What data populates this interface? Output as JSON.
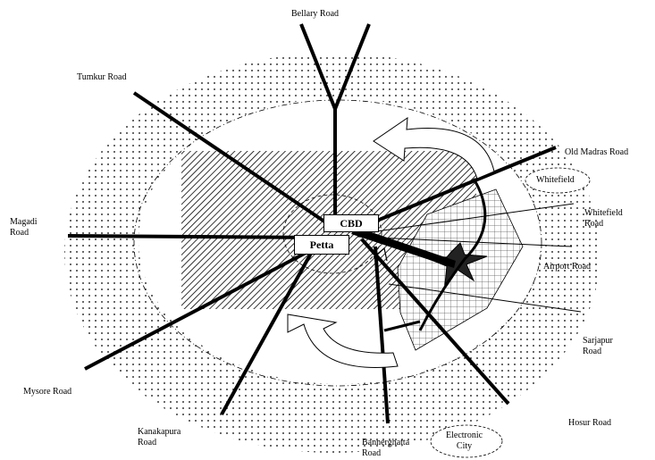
{
  "center_labels": {
    "cbd": "CBD",
    "petta": "Petta"
  },
  "roads": {
    "bellary": "Bellary Road",
    "tumkur": "Tumkur Road",
    "old_madras": "Old Madras Road",
    "magadi": "Magadi\nRoad",
    "whitefield_road": "Whitefield\nRoad",
    "airport": "Airport Road",
    "sarjapur": "Sarjapur\nRoad",
    "mysore": "Mysore Road",
    "hosur": "Hosur Road",
    "kanakapura": "Kanakapura\nRoad",
    "bannerghatta": "Bannerghatta\nRoad"
  },
  "areas": {
    "whitefield": "Whitefield",
    "electronic_city": "Electronic\nCity"
  },
  "colors": {
    "ink": "#000000",
    "background": "#ffffff"
  }
}
